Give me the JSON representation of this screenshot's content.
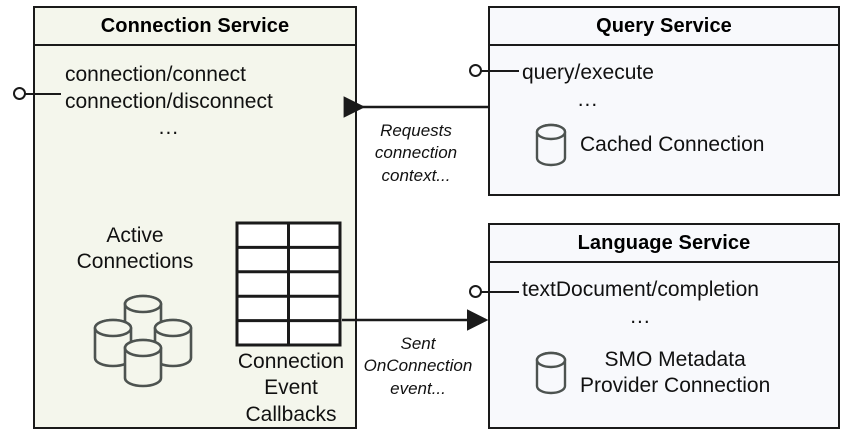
{
  "diagram": {
    "type": "uml-component-diagram",
    "title_hidden": true,
    "colors": {
      "connection_service_fill": "#f4f6ec",
      "service_fill": "#f8f9fc",
      "stroke": "#1a1a1a",
      "icon_stroke": "#4d5350"
    }
  },
  "connection_service": {
    "title": "Connection Service",
    "interfaces": [
      "connection/connect",
      "connection/disconnect"
    ],
    "ellipsis": "...",
    "lollipop_name": "provided-interface-port",
    "artifacts": [
      {
        "icon": "database-cluster-icon",
        "label_line1": "Active",
        "label_line2": "Connections"
      },
      {
        "icon": "table-grid-icon",
        "label_line1": "Connection",
        "label_line2": "Event",
        "label_line3": "Callbacks",
        "grid_rows": 5,
        "grid_cols": 2
      }
    ]
  },
  "query_service": {
    "title": "Query Service",
    "interfaces": [
      "query/execute"
    ],
    "ellipsis": "...",
    "artifact": {
      "icon": "database-icon",
      "label": "Cached Connection"
    }
  },
  "language_service": {
    "title": "Language Service",
    "interfaces": [
      "textDocument/completion"
    ],
    "ellipsis": "...",
    "artifact": {
      "icon": "database-icon",
      "label": "SMO Metadata\nProvider Connection"
    }
  },
  "connectors": [
    {
      "name": "query-to-connection-arrow",
      "direction": "right-to-left",
      "from": "query_service",
      "to": "connection_service",
      "label": "Requests\nconnection\ncontext..."
    },
    {
      "name": "connection-to-language-arrow",
      "direction": "left-to-right",
      "from": "connection_service",
      "to": "language_service",
      "label": "Sent\nOnConnection\nevent..."
    }
  ]
}
